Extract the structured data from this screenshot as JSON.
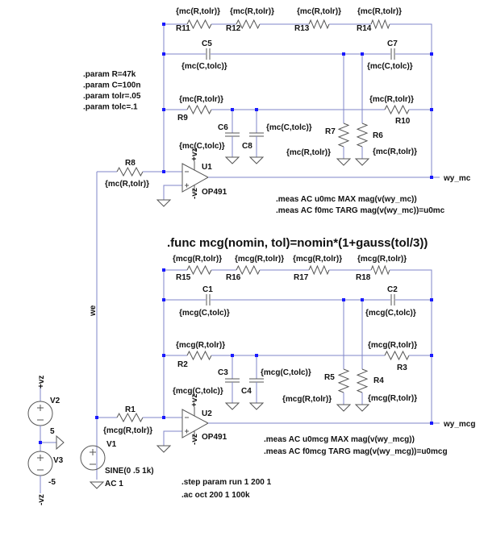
{
  "schematic": {
    "params": [
      ".param R=47k",
      ".param C=100n",
      ".param tolr=.05",
      ".param tolc=.1"
    ],
    "func_directive": ".func mcg(nomin, tol)=nomin*(1+gauss(tol/3))",
    "top_meas": [
      ".meas AC u0mc MAX mag(v(wy_mc))",
      ".meas AC f0mc TARG mag(v(wy_mc))=u0mc"
    ],
    "bottom_meas": [
      ".meas AC u0mcg MAX mag(v(wy_mcg))",
      ".meas AC f0mcg TARG mag(v(wy_mcg))=u0mcg"
    ],
    "sim": [
      ".step param run 1 200 1",
      ".ac oct 200 1 100k"
    ],
    "nets": {
      "input": "we",
      "out_top": "wy_mc",
      "out_bottom": "wy_mcg",
      "vpos": "+vz",
      "vneg": "-vz"
    },
    "components": {
      "R8": {
        "ref": "R8",
        "value": "{mc(R,tolr)}"
      },
      "R9": {
        "ref": "R9",
        "value": "{mc(R,tolr)}"
      },
      "R10": {
        "ref": "R10",
        "value": "{mc(R,tolr)}"
      },
      "R11": {
        "ref": "R11",
        "value": "{mc(R,tolr)}"
      },
      "R12": {
        "ref": "R12",
        "value": "{mc(R,tolr)}"
      },
      "R13": {
        "ref": "R13",
        "value": "{mc(R,tolr)}"
      },
      "R14": {
        "ref": "R14",
        "value": "{mc(R,tolr)}"
      },
      "R6": {
        "ref": "R6",
        "value": "{mc(R,tolr)}"
      },
      "R7": {
        "ref": "R7",
        "value": "{mc(R,tolr)}"
      },
      "C5": {
        "ref": "C5",
        "value": "{mc(C,tolc)}"
      },
      "C6": {
        "ref": "C6",
        "value": "{mc(C,tolc)}"
      },
      "C7": {
        "ref": "C7",
        "value": "{mc(C,tolc)}"
      },
      "C8": {
        "ref": "C8",
        "value": "{mc(C,tolc)}"
      },
      "U1": {
        "ref": "U1",
        "value": "OP491"
      },
      "R1": {
        "ref": "R1",
        "value": "{mcg(R,tolr)}"
      },
      "R2": {
        "ref": "R2",
        "value": "{mcg(R,tolr)}"
      },
      "R3": {
        "ref": "R3",
        "value": "{mcg(R,tolr)}"
      },
      "R4": {
        "ref": "R4",
        "value": "{mcg(R,tolr)}"
      },
      "R5": {
        "ref": "R5",
        "value": "{mcg(R,tolr)}"
      },
      "R15": {
        "ref": "R15",
        "value": "{mcg(R,tolr)}"
      },
      "R16": {
        "ref": "R16",
        "value": "{mcg(R,tolr)}"
      },
      "R17": {
        "ref": "R17",
        "value": "{mcg(R,tolr)}"
      },
      "R18": {
        "ref": "R18",
        "value": "{mcg(R,tolr)}"
      },
      "C1": {
        "ref": "C1",
        "value": "{mcg(C,tolc)}"
      },
      "C2": {
        "ref": "C2",
        "value": "{mcg(C,tolc)}"
      },
      "C3": {
        "ref": "C3",
        "value": "{mcg(C,tolc)}"
      },
      "C4": {
        "ref": "C4",
        "value": "{mcg(C,tolc)}"
      },
      "U2": {
        "ref": "U2",
        "value": "OP491"
      },
      "V1": {
        "ref": "V1",
        "value": "SINE(0 .5 1k)",
        "ac": "AC 1"
      },
      "V2": {
        "ref": "V2",
        "value": "5"
      },
      "V3": {
        "ref": "V3",
        "value": "-5"
      }
    }
  }
}
